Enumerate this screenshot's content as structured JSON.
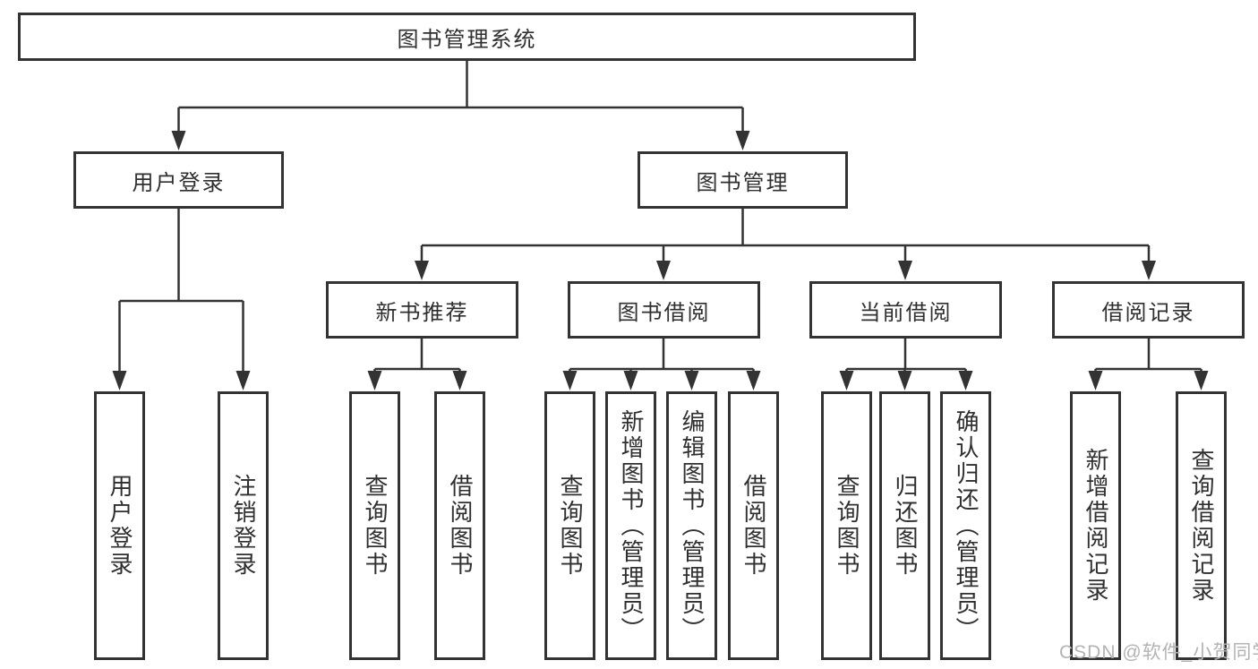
{
  "diagram": {
    "root": {
      "id": "library-system",
      "label": "图书管理系统"
    },
    "level1": [
      {
        "id": "user-login",
        "label": "用户登录"
      },
      {
        "id": "book-management",
        "label": "图书管理"
      }
    ],
    "level2": [
      {
        "id": "new-book-recommend",
        "label": "新书推荐",
        "parent": "book-management"
      },
      {
        "id": "book-borrowing",
        "label": "图书借阅",
        "parent": "book-management"
      },
      {
        "id": "current-borrowing",
        "label": "当前借阅",
        "parent": "book-management"
      },
      {
        "id": "borrowing-records",
        "label": "借阅记录",
        "parent": "book-management"
      }
    ],
    "leaves": [
      {
        "id": "user-login-action",
        "parent": "user-login",
        "label": "用户登录"
      },
      {
        "id": "logout-action",
        "parent": "user-login",
        "label": "注销登录"
      },
      {
        "id": "query-books-recommend",
        "parent": "new-book-recommend",
        "label": "查询图书"
      },
      {
        "id": "borrow-books-recommend",
        "parent": "new-book-recommend",
        "label": "借阅图书"
      },
      {
        "id": "query-books-borrowing",
        "parent": "book-borrowing",
        "label": "查询图书"
      },
      {
        "id": "add-books-admin",
        "parent": "book-borrowing",
        "label": "新增图书（管理员）"
      },
      {
        "id": "edit-books-admin",
        "parent": "book-borrowing",
        "label": "编辑图书（管理员）"
      },
      {
        "id": "borrow-books",
        "parent": "book-borrowing",
        "label": "借阅图书"
      },
      {
        "id": "query-books-current",
        "parent": "current-borrowing",
        "label": "查询图书"
      },
      {
        "id": "return-books",
        "parent": "current-borrowing",
        "label": "归还图书"
      },
      {
        "id": "confirm-return-admin",
        "parent": "current-borrowing",
        "label": "确认归还（管理员）"
      },
      {
        "id": "add-borrow-record",
        "parent": "borrowing-records",
        "label": "新增借阅记录"
      },
      {
        "id": "query-borrow-record",
        "parent": "borrowing-records",
        "label": "查询借阅记录"
      }
    ]
  },
  "watermark": {
    "text": "CSDN @软件_小贺同学"
  },
  "colors": {
    "line": "#333333",
    "box_border": "#333333",
    "box_fill": "#ffffff",
    "text": "#2f2f2f",
    "watermark": "#b3b3b3",
    "background": "#ffffff"
  }
}
